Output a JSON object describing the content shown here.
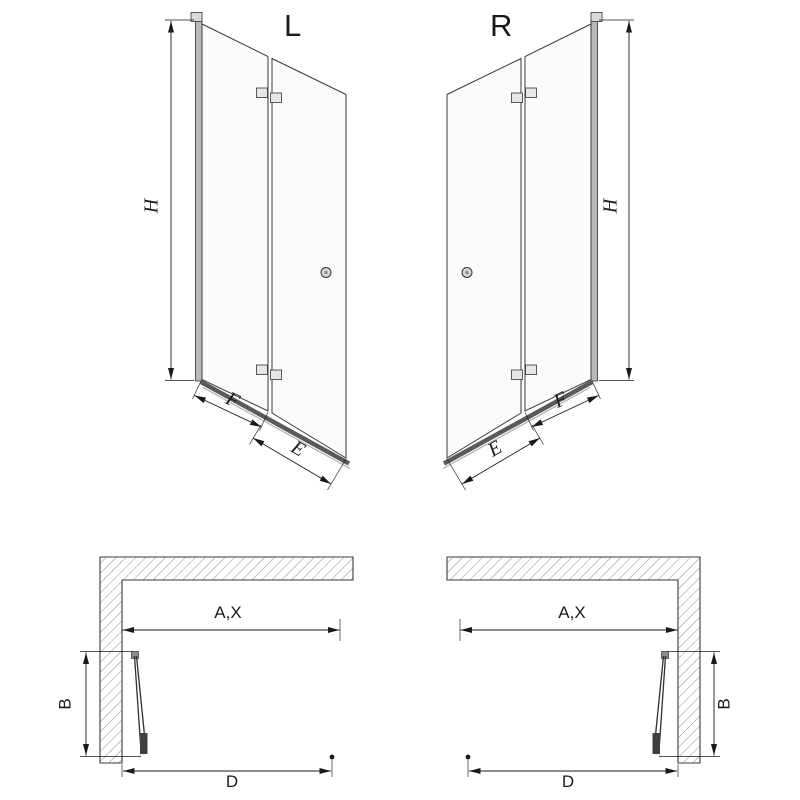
{
  "drawing": {
    "variant_labels": {
      "left": "L",
      "right": "R"
    },
    "dimensions": {
      "height": "H",
      "panel_f": "F",
      "panel_e": "E",
      "overall_width": "A,X",
      "fold_depth": "B",
      "clear_width": "D"
    }
  },
  "colors": {
    "ink": "#1a1a1a",
    "glass": "#fafbfc",
    "metal": "#b9b9b9",
    "hatch": "#8f8f8f",
    "background": "#ffffff"
  }
}
